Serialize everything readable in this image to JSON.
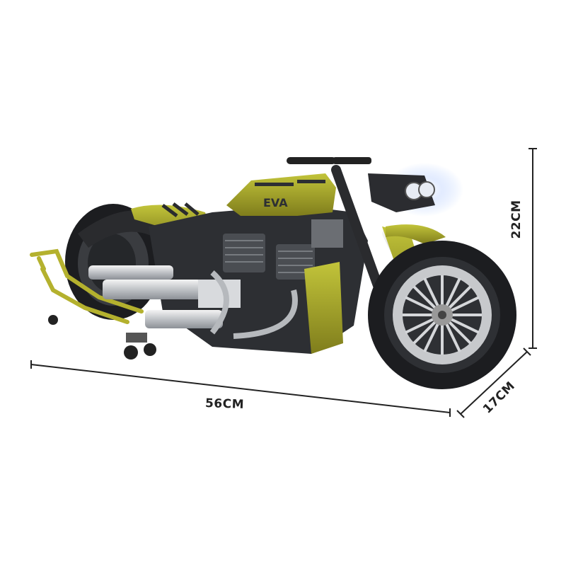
{
  "product": {
    "subject": "motorcycle-brick-model",
    "tank_logo": "EVA",
    "accent_color": "#9c9a2a",
    "body_color": "#2d2f33"
  },
  "dimensions": {
    "length": "56CM",
    "height": "22CM",
    "depth": "17CM"
  }
}
